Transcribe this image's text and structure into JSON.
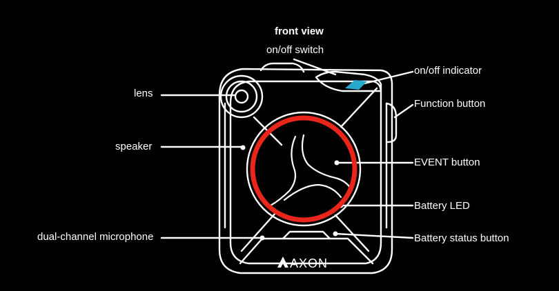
{
  "diagram": {
    "title": "front view",
    "brand": "AXON",
    "labels": {
      "switch": "on/off switch",
      "indicator": "on/off indicator",
      "lens": "lens",
      "function": "Function button",
      "speaker": "speaker",
      "event": "EVENT button",
      "battery_led": "Battery LED",
      "microphone": "dual-channel microphone",
      "battery_status": "Battery status button"
    },
    "colors": {
      "background": "#000000",
      "outline": "#ffffff",
      "battery_led_ring": "#e8261c",
      "indicator": "#2aa9cf"
    }
  }
}
